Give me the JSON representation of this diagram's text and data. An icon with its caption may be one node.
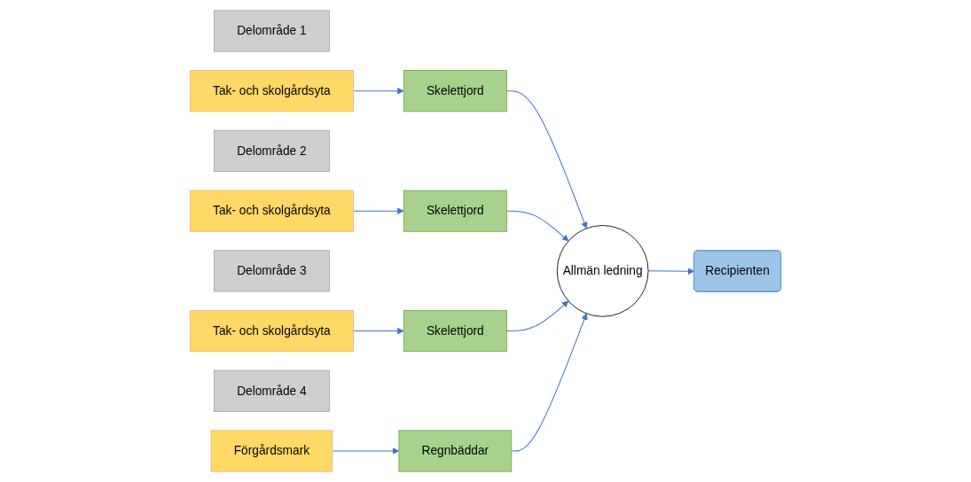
{
  "diagram": {
    "nodes": [
      {
        "text": [
          "Delområde 1"
        ]
      },
      {
        "text": [
          "Tak- och skolgårdsyta"
        ]
      },
      {
        "text": [
          "Skelettjord"
        ]
      },
      {
        "text": [
          "Delområde 2"
        ]
      },
      {
        "text": [
          "Tak- och skolgårdsyta"
        ]
      },
      {
        "text": [
          "Skelettjord"
        ]
      },
      {
        "text": [
          "Delområde 3"
        ]
      },
      {
        "text": [
          "Tak- och skolgårdsyta"
        ]
      },
      {
        "text": [
          "Skelettjord"
        ]
      },
      {
        "text": [
          "Delområde 4"
        ]
      },
      {
        "text": [
          "Förgårdsmark"
        ]
      },
      {
        "text": [
          "Regnbäddar"
        ]
      },
      {
        "text": [
          "Allmän ledning"
        ]
      },
      {
        "text": [
          "Recipienten"
        ]
      }
    ],
    "edges": [
      {
        "from": 1,
        "to": 2,
        "arrow": "to"
      },
      {
        "from": 4,
        "to": 5,
        "arrow": "to"
      },
      {
        "from": 7,
        "to": 8,
        "arrow": "to"
      },
      {
        "from": 10,
        "to": 11,
        "arrow": "to"
      },
      {
        "from": 2,
        "to": 12,
        "arrow": "to"
      },
      {
        "from": 5,
        "to": 12,
        "arrow": "to"
      },
      {
        "from": 8,
        "to": 12,
        "arrow": "to"
      },
      {
        "from": 11,
        "to": 12,
        "arrow": "to"
      },
      {
        "from": 12,
        "to": 13,
        "arrow": "to"
      }
    ]
  }
}
